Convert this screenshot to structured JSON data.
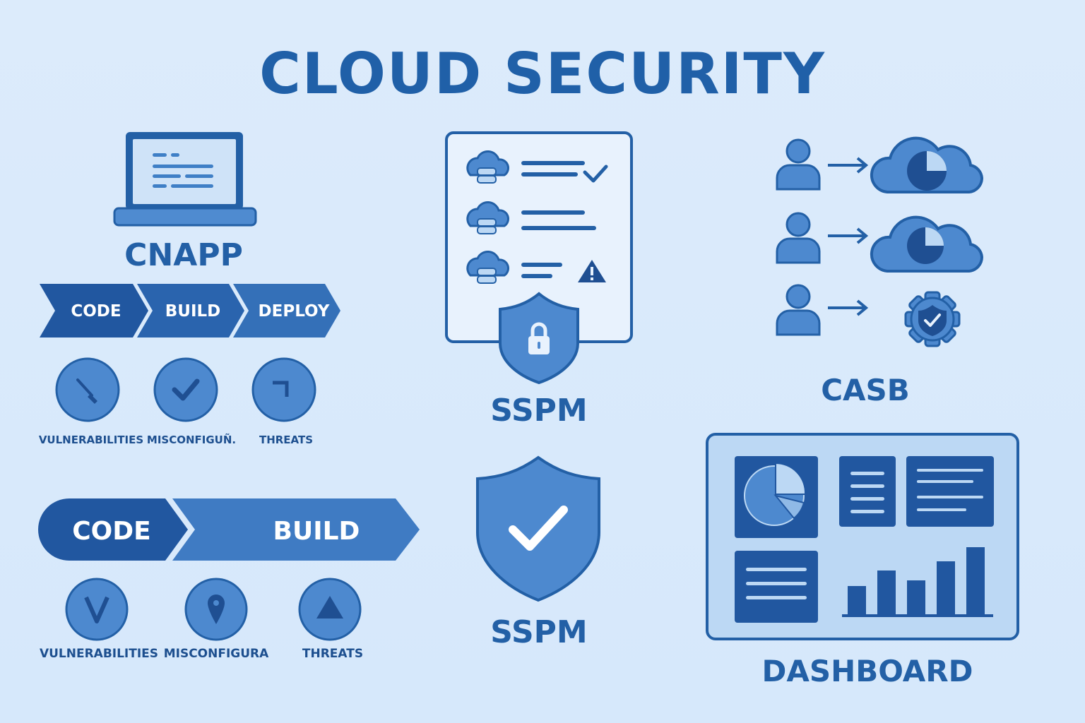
{
  "title": "CLOUD SECURITY",
  "colors": {
    "dark": "#2157a0",
    "mid": "#3f7fc6",
    "light": "#bcd8f4",
    "bg": "#dcebfb",
    "white": "#ffffff"
  },
  "cnapp": {
    "label": "CNAPP",
    "icon": "laptop-icon",
    "pipeline": [
      "CODE",
      "BUILD",
      "DEPLOY"
    ],
    "issues": [
      {
        "label": "VULNERABILITIES",
        "icon": "brush-icon"
      },
      {
        "label": "MISCONFIGUÑ.",
        "icon": "check-icon"
      },
      {
        "label": "THREATS",
        "icon": "corner-icon"
      }
    ]
  },
  "pipeline2": {
    "stages": [
      "CODE",
      "BUILD"
    ],
    "issues": [
      {
        "label": "VULNERABILITIES",
        "icon": "v-icon"
      },
      {
        "label": "MISCONFIGURA",
        "icon": "pin-icon"
      },
      {
        "label": "THREATS",
        "icon": "triangle-icon"
      }
    ]
  },
  "sspm_top": {
    "label": "SSPM",
    "icon": "checklist-lock-icon"
  },
  "sspm_bottom": {
    "label": "SSPM",
    "icon": "shield-check-icon"
  },
  "casb": {
    "label": "CASB",
    "rows": [
      {
        "from": "user-icon",
        "to": "cloud-pie-icon"
      },
      {
        "from": "user-icon",
        "to": "cloud-pie-icon"
      },
      {
        "from": "user-icon",
        "to": "gear-shield-icon"
      }
    ]
  },
  "dashboard": {
    "label": "DASHBOARD",
    "icon": "dashboard-icon",
    "bars": [
      40,
      62,
      48,
      75,
      95
    ]
  }
}
